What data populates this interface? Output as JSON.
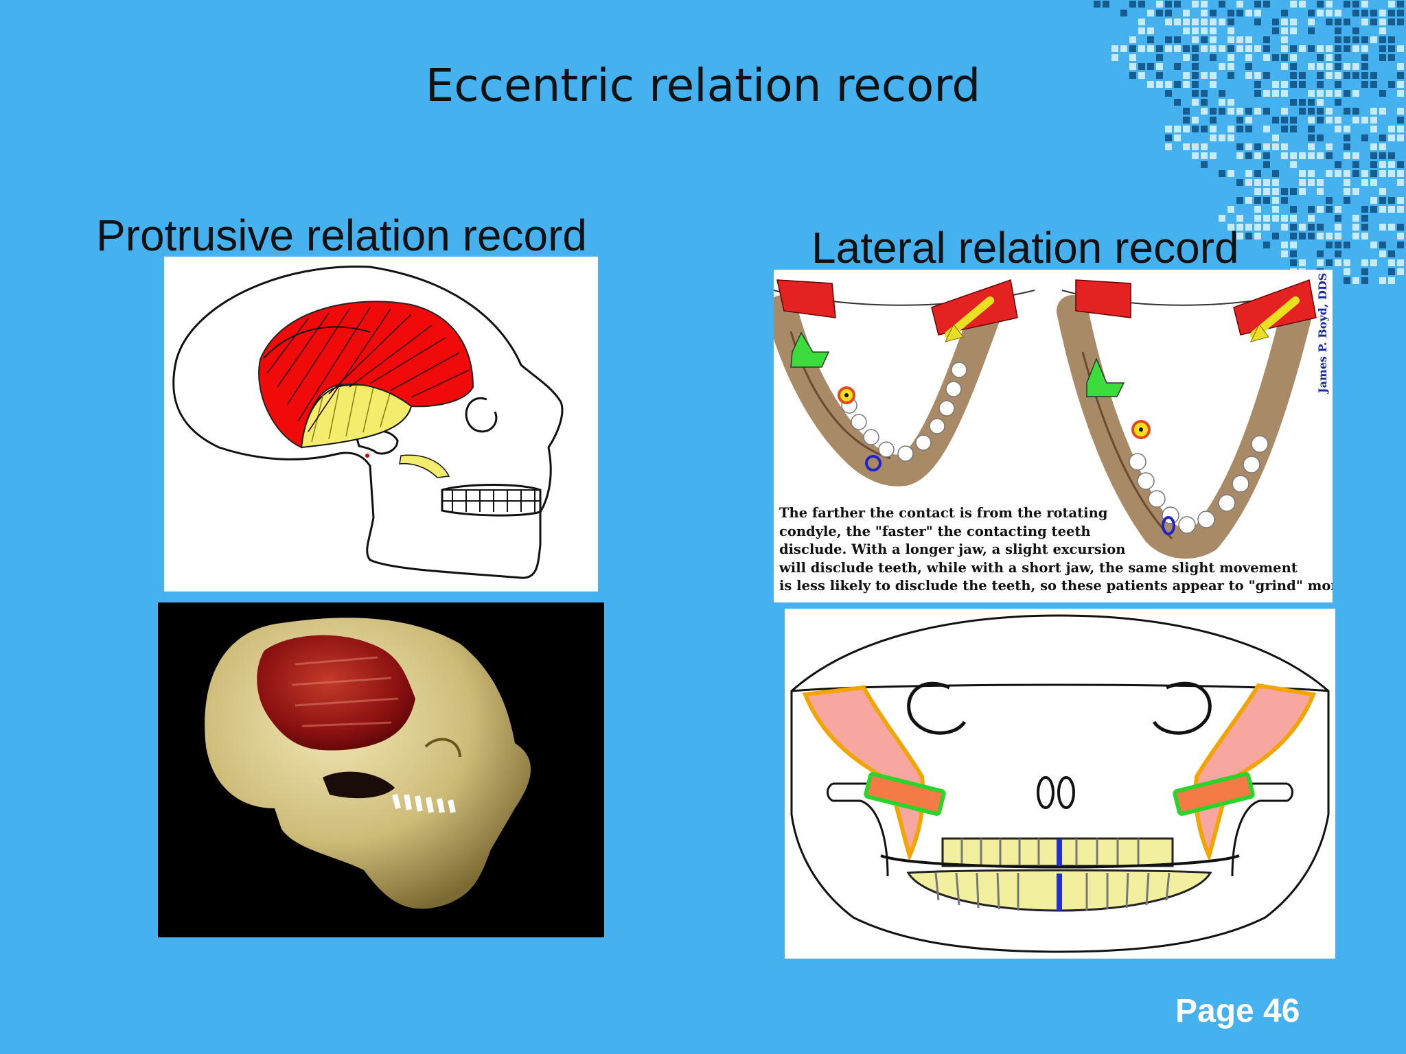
{
  "slide": {
    "title": "Eccentric relation record",
    "page_label": "Page 46",
    "colors": {
      "background": "#45b1ef",
      "pattern_dark": "#0f4d7c",
      "pattern_light": "#d6f1ff"
    }
  },
  "left_column": {
    "heading": "Protrusive relation record",
    "figures": [
      {
        "name": "Lateral skull line drawing with temporalis and pterygoid muscles"
      },
      {
        "name": "3D skull rendering with temporalis muscle"
      }
    ]
  },
  "right_column": {
    "heading": "Lateral relation record",
    "mandible_figure": {
      "signature": "James P. Boyd, DDS",
      "caption_lines": [
        "The farther the contact is from the rotating",
        "condyle, the \"faster\" the contacting teeth",
        "disclude.  With a longer jaw, a slight excursion",
        "will disclude teeth, while with a short jaw, the same slight movement",
        "is less likely to disclude the teeth, so these patients appear to \"grind\" more."
      ]
    },
    "frontal_figure": {
      "name": "Frontal skull diagram with jaw shift"
    }
  }
}
